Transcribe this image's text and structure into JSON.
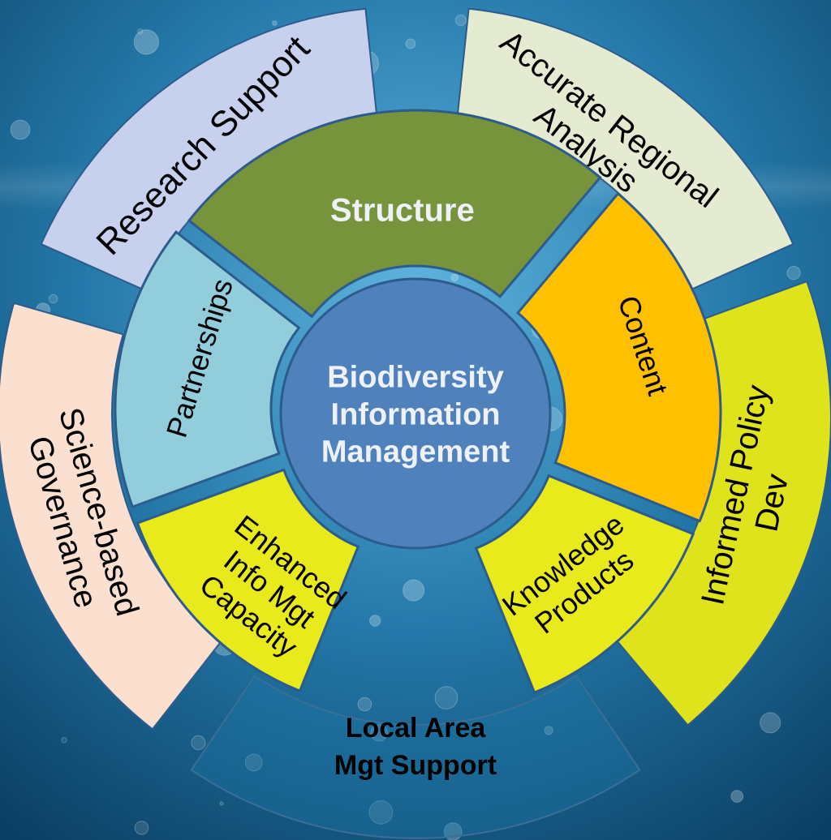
{
  "center": {
    "lines": [
      "Biodiversity",
      "Information",
      "Management"
    ],
    "fill": "#4f81bd",
    "text_color": "#eef2f8"
  },
  "inner_ring": [
    {
      "id": "structure",
      "lines": [
        "Structure"
      ],
      "fill": "#77933c",
      "text_color": "#eef2f8",
      "bold": true
    },
    {
      "id": "content",
      "lines": [
        "Content"
      ],
      "fill": "#ffc000",
      "text_color": "#000000",
      "bold": false
    },
    {
      "id": "knowledge-products",
      "lines": [
        "Knowledge",
        "Products"
      ],
      "fill": "#e8ea1c",
      "text_color": "#000000",
      "bold": false
    },
    {
      "id": "enhanced-info-mgt-capacity",
      "lines": [
        "Enhanced",
        "Info Mgt",
        "Capacity"
      ],
      "fill": "#e8ea1c",
      "text_color": "#000000",
      "bold": false
    },
    {
      "id": "partnerships",
      "lines": [
        "Partnerships"
      ],
      "fill": "#92cddc",
      "text_color": "#000000",
      "bold": false
    }
  ],
  "outer_ring": [
    {
      "id": "research-support",
      "lines": [
        "Research Support"
      ],
      "fill": "#c7d1ee",
      "text_color": "#000000",
      "bold": false
    },
    {
      "id": "accurate-regional-analysis",
      "lines": [
        "Accurate Regional",
        "Analysis"
      ],
      "fill": "#e4ebd0",
      "text_color": "#000000",
      "bold": false
    },
    {
      "id": "informed-policy-dev",
      "lines": [
        "Informed Policy",
        "Dev"
      ],
      "fill": "#dfe31c",
      "text_color": "#000000",
      "bold": false
    },
    {
      "id": "local-area-mgt-support",
      "lines": [
        "Local Area",
        "Mgt Support"
      ],
      "fill": "#1e78a8",
      "text_color": "#000000",
      "bold": true
    },
    {
      "id": "science-based-governance",
      "lines": [
        "Science-based",
        "Governance"
      ],
      "fill": "#fbe0d0",
      "text_color": "#000000",
      "bold": false
    }
  ]
}
